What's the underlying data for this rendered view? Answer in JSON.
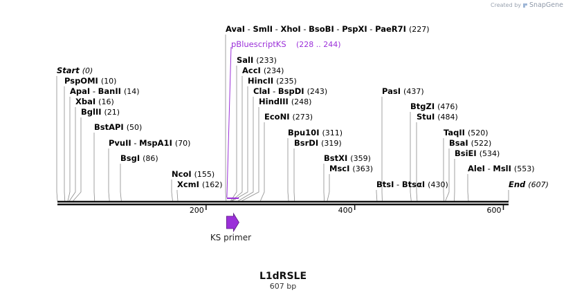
{
  "credit": {
    "prefix": "Created by",
    "brand": "SnapGene"
  },
  "map": {
    "name": "L1dRSLE",
    "length_label": "607 bp",
    "length": 607
  },
  "ruler": {
    "ticks": [
      {
        "value": 200,
        "label": "200"
      },
      {
        "value": 400,
        "label": "400"
      },
      {
        "value": 600,
        "label": "600"
      }
    ]
  },
  "sites": [
    {
      "names": [
        "Start"
      ],
      "pos": 0,
      "pos_label": "(0)",
      "italic": true
    },
    {
      "names": [
        "PspOMI"
      ],
      "pos": 10,
      "pos_label": "(10)"
    },
    {
      "names": [
        "ApaI",
        "BanII"
      ],
      "pos": 14,
      "pos_label": "(14)"
    },
    {
      "names": [
        "XbaI"
      ],
      "pos": 16,
      "pos_label": "(16)"
    },
    {
      "names": [
        "BglII"
      ],
      "pos": 21,
      "pos_label": "(21)"
    },
    {
      "names": [
        "BstAPI"
      ],
      "pos": 50,
      "pos_label": "(50)"
    },
    {
      "names": [
        "PvuII",
        "MspA1I"
      ],
      "pos": 70,
      "pos_label": "(70)"
    },
    {
      "names": [
        "BsgI"
      ],
      "pos": 86,
      "pos_label": "(86)"
    },
    {
      "names": [
        "NcoI"
      ],
      "pos": 155,
      "pos_label": "(155)"
    },
    {
      "names": [
        "XcmI"
      ],
      "pos": 162,
      "pos_label": "(162)"
    },
    {
      "names": [
        "AvaI",
        "SmlI",
        "XhoI",
        "BsoBI",
        "PspXI",
        "PaeR7I"
      ],
      "pos": 227,
      "pos_label": "(227)"
    },
    {
      "names": [
        "SalI"
      ],
      "pos": 233,
      "pos_label": "(233)"
    },
    {
      "names": [
        "AccI"
      ],
      "pos": 234,
      "pos_label": "(234)"
    },
    {
      "names": [
        "HincII"
      ],
      "pos": 235,
      "pos_label": "(235)"
    },
    {
      "names": [
        "ClaI",
        "BspDI"
      ],
      "pos": 243,
      "pos_label": "(243)"
    },
    {
      "names": [
        "HindIII"
      ],
      "pos": 248,
      "pos_label": "(248)"
    },
    {
      "names": [
        "EcoNI"
      ],
      "pos": 273,
      "pos_label": "(273)"
    },
    {
      "names": [
        "Bpu10I"
      ],
      "pos": 311,
      "pos_label": "(311)"
    },
    {
      "names": [
        "BsrDI"
      ],
      "pos": 319,
      "pos_label": "(319)"
    },
    {
      "names": [
        "BstXI"
      ],
      "pos": 359,
      "pos_label": "(359)"
    },
    {
      "names": [
        "MscI"
      ],
      "pos": 363,
      "pos_label": "(363)"
    },
    {
      "names": [
        "PasI"
      ],
      "pos": 437,
      "pos_label": "(437)"
    },
    {
      "names": [
        "BtsI",
        "BtsαI"
      ],
      "pos": 430,
      "pos_label": "(430)"
    },
    {
      "names": [
        "BtgZI"
      ],
      "pos": 476,
      "pos_label": "(476)"
    },
    {
      "names": [
        "StuI"
      ],
      "pos": 484,
      "pos_label": "(484)"
    },
    {
      "names": [
        "TaqII"
      ],
      "pos": 520,
      "pos_label": "(520)"
    },
    {
      "names": [
        "BsaI"
      ],
      "pos": 522,
      "pos_label": "(522)"
    },
    {
      "names": [
        "BsiEI"
      ],
      "pos": 534,
      "pos_label": "(534)"
    },
    {
      "names": [
        "AleI",
        "MslI"
      ],
      "pos": 553,
      "pos_label": "(553)"
    },
    {
      "names": [
        "End"
      ],
      "pos": 607,
      "pos_label": "(607)",
      "italic": true
    }
  ],
  "feature": {
    "name": "pBluescriptKS",
    "range_label": "(228 .. 244)",
    "start": 228,
    "end": 244,
    "color": "#9b30d9"
  },
  "primer": {
    "name": "KS primer",
    "pos": 235,
    "color": "#9b30d9"
  }
}
